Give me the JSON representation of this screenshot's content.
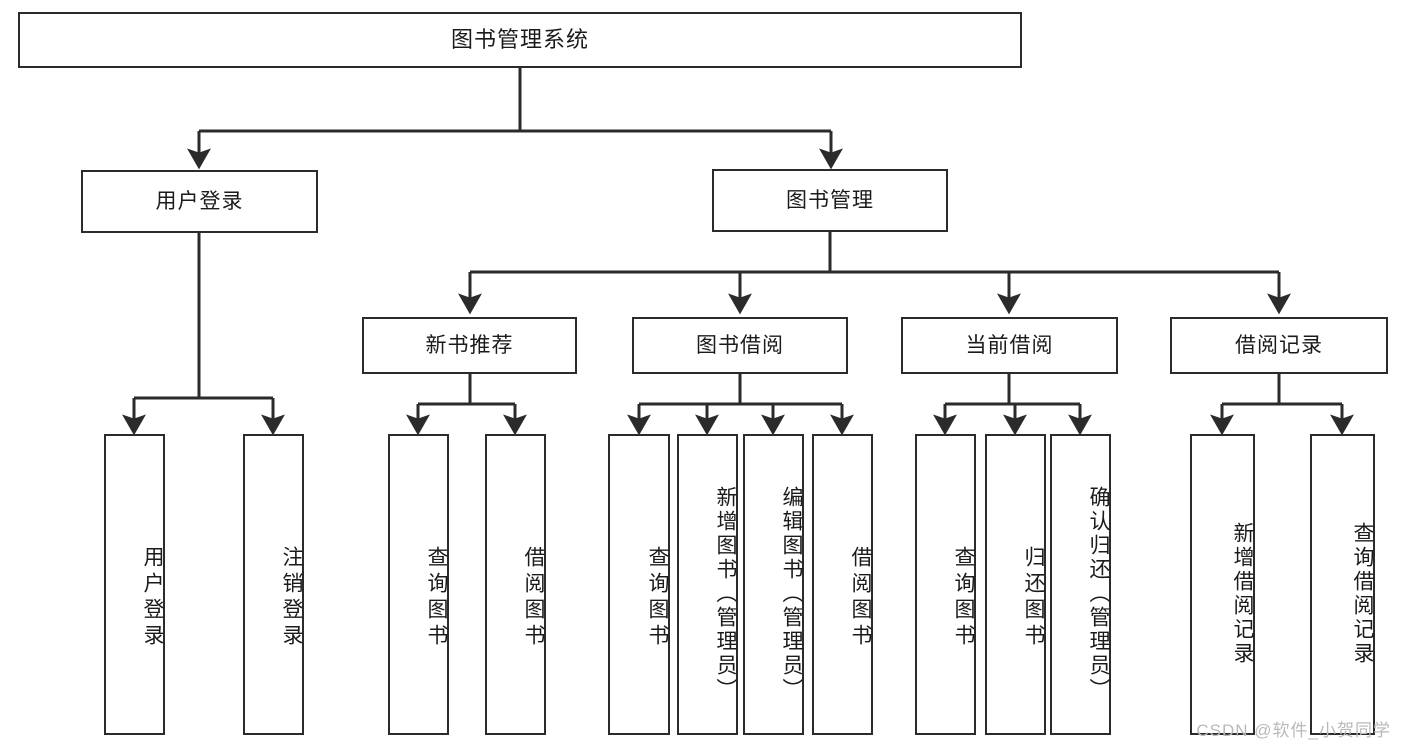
{
  "diagram": {
    "type": "tree-hierarchy-chart",
    "title": "图书管理系统",
    "watermark": "CSDN @软件_小贺同学",
    "colors": {
      "stroke": "#2b2b2b",
      "fill": "#ffffff",
      "text": "#1b1b1b",
      "watermark": "#b9b9b9"
    },
    "levels": {
      "root": {
        "label": "图书管理系统"
      },
      "level2": [
        {
          "id": "user-login",
          "label": "用户登录"
        },
        {
          "id": "book-manage",
          "label": "图书管理"
        }
      ],
      "level3": [
        {
          "id": "new-book-recommend",
          "label": "新书推荐",
          "parent": "book-manage"
        },
        {
          "id": "book-borrow",
          "label": "图书借阅",
          "parent": "book-manage"
        },
        {
          "id": "current-borrow",
          "label": "当前借阅",
          "parent": "book-manage"
        },
        {
          "id": "borrow-record",
          "label": "借阅记录",
          "parent": "book-manage"
        }
      ],
      "leaves": [
        {
          "id": "leaf-user-login",
          "label": "用户登录",
          "parent": "user-login"
        },
        {
          "id": "leaf-user-logout",
          "label": "注销登录",
          "parent": "user-login"
        },
        {
          "id": "leaf-query-book-1",
          "label": "查询图书",
          "parent": "new-book-recommend"
        },
        {
          "id": "leaf-borrow-book-1",
          "label": "借阅图书",
          "parent": "new-book-recommend"
        },
        {
          "id": "leaf-query-book-2",
          "label": "查询图书",
          "parent": "book-borrow"
        },
        {
          "id": "leaf-add-book",
          "label": "新增图书（管理员）",
          "parent": "book-borrow"
        },
        {
          "id": "leaf-edit-book",
          "label": "编辑图书（管理员）",
          "parent": "book-borrow"
        },
        {
          "id": "leaf-borrow-book-2",
          "label": "借阅图书",
          "parent": "book-borrow"
        },
        {
          "id": "leaf-query-book-3",
          "label": "查询图书",
          "parent": "current-borrow"
        },
        {
          "id": "leaf-return-book",
          "label": "归还图书",
          "parent": "current-borrow"
        },
        {
          "id": "leaf-confirm-return",
          "label": "确认归还（管理员）",
          "parent": "current-borrow"
        },
        {
          "id": "leaf-add-record",
          "label": "新增借阅记录",
          "parent": "borrow-record"
        },
        {
          "id": "leaf-query-record",
          "label": "查询借阅记录",
          "parent": "borrow-record"
        }
      ]
    }
  }
}
